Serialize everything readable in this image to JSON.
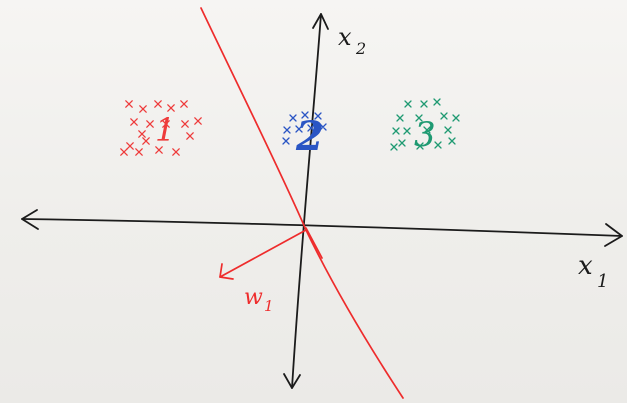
{
  "labels": {
    "x1_axis": "x",
    "x1_sub": "1",
    "x2_axis": "x",
    "x2_sub": "2",
    "weight_vector": "w",
    "weight_sub": "1"
  },
  "clusters": [
    {
      "id": "1",
      "label": "1",
      "color": "#ee3b3b"
    },
    {
      "id": "2",
      "label": "2",
      "color": "#2a55c4"
    },
    {
      "id": "3",
      "label": "3",
      "color": "#1f9a72"
    }
  ],
  "colors": {
    "axes": "#1b1b1b",
    "boundary": "#ee2c2c",
    "weight": "#ee2c2c"
  }
}
